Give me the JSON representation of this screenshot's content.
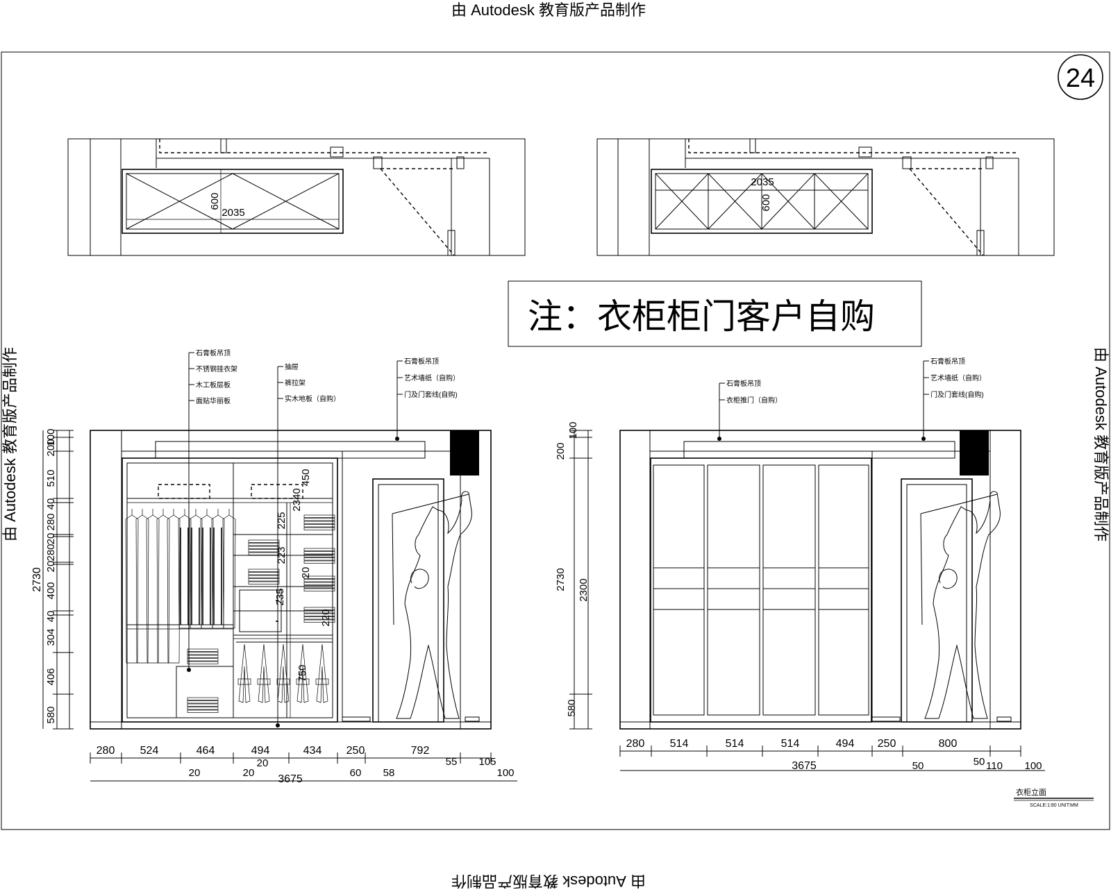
{
  "watermark": {
    "top": "由 Autodesk 教育版产品制作",
    "bottom": "由 Autodesk 教育版产品制作",
    "left": "由 Autodesk 教育版产品制作",
    "right": "由 Autodesk 教育版产品制作"
  },
  "sheet_number": "24",
  "note": "注：衣柜柜门客户自购",
  "plan_left": {
    "width_label": "2035",
    "depth_label": "600"
  },
  "plan_right": {
    "width_label": "2035",
    "depth_label": "600"
  },
  "elev_left": {
    "callouts_a": [
      "石膏板吊顶",
      "不锈钢挂衣架",
      "木工板层板",
      "面贴华丽板"
    ],
    "callouts_b": [
      "抽屉",
      "裤拉架",
      "实木地板（自购）"
    ],
    "callouts_c": [
      "石膏板吊顶",
      "艺术墙纸（自购）",
      "门及门套线(自购)"
    ],
    "vdims": [
      "100",
      "200",
      "510",
      "40",
      "280",
      "20",
      "280",
      "20",
      "400",
      "40",
      "304",
      "406",
      "580"
    ],
    "total_height": "2730",
    "inner_dims": [
      "450",
      "2340",
      "225",
      "223",
      "235",
      "220",
      "750",
      "20"
    ],
    "hdims_top": [
      "280",
      "524",
      "464",
      "494",
      "434",
      "250",
      "792"
    ],
    "hdims_small": [
      "20",
      "20",
      "20",
      "60",
      "58",
      "55",
      "105",
      "100"
    ],
    "total_width": "3675"
  },
  "elev_right": {
    "callouts_a": [
      "石膏板吊顶",
      "衣柜推门（自购）"
    ],
    "callouts_c": [
      "石膏板吊顶",
      "艺术墙纸（自购）",
      "门及门套线(自购)"
    ],
    "vdims": [
      "100",
      "200",
      "2730",
      "2300",
      "580"
    ],
    "hdims_top": [
      "280",
      "514",
      "514",
      "514",
      "494",
      "250",
      "800"
    ],
    "hdims_small": [
      "50",
      "50",
      "110",
      "100"
    ],
    "total_width": "3675"
  },
  "title_block": {
    "title": "衣柜立面",
    "scale": "SCALE:1:80 UNIT:MM"
  }
}
